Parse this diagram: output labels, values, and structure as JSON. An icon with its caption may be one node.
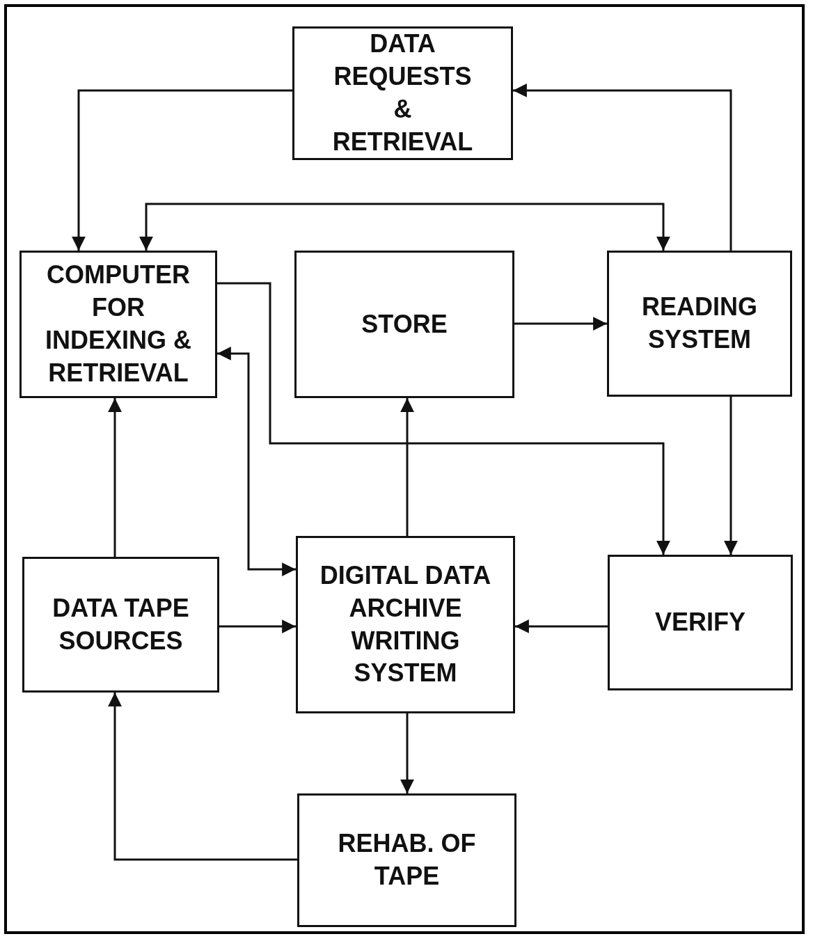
{
  "diagram": {
    "nodes": [
      {
        "text": [
          "DATA REQUESTS & RETRIEVAL"
        ]
      },
      {
        "text": [
          "COMPUTER FOR INDEXING & RETRIEVAL"
        ]
      },
      {
        "text": [
          "STORE"
        ]
      },
      {
        "text": [
          "READING SYSTEM"
        ]
      },
      {
        "text": [
          "DATA TAPE SOURCES"
        ]
      },
      {
        "text": [
          "DIGITAL DATA ARCHIVE WRITING SYSTEM"
        ]
      },
      {
        "text": [
          "VERIFY"
        ]
      },
      {
        "text": [
          "REHAB. OF TAPE"
        ]
      }
    ],
    "edges": [
      {
        "from": 0,
        "to": 1,
        "arrow": "to"
      },
      {
        "from": 3,
        "to": 0,
        "arrow": "to"
      },
      {
        "from": 1,
        "to": 3,
        "arrow": "both"
      },
      {
        "from": 2,
        "to": 3,
        "arrow": "to"
      },
      {
        "from": 1,
        "to": 6,
        "arrow": "to"
      },
      {
        "from": 3,
        "to": 6,
        "arrow": "to"
      },
      {
        "from": 5,
        "to": 1,
        "arrow": "both"
      },
      {
        "from": 4,
        "to": 1,
        "arrow": "to"
      },
      {
        "from": 5,
        "to": 2,
        "arrow": "to"
      },
      {
        "from": 4,
        "to": 5,
        "arrow": "to"
      },
      {
        "from": 6,
        "to": 5,
        "arrow": "to"
      },
      {
        "from": 5,
        "to": 7,
        "arrow": "to"
      },
      {
        "from": 7,
        "to": 4,
        "arrow": "to"
      }
    ]
  }
}
